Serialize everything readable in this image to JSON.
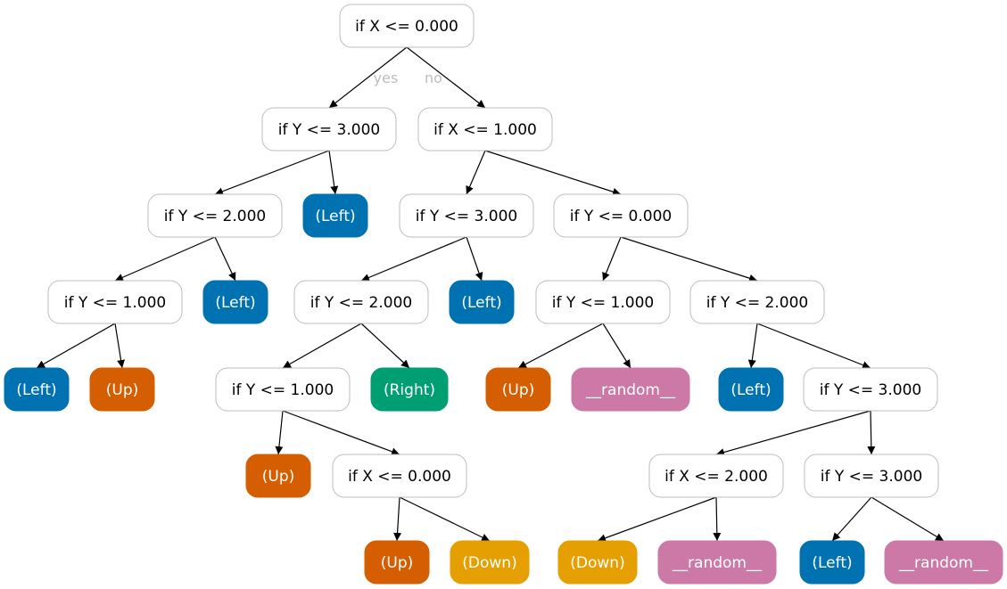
{
  "colors": {
    "decision_fill": "#ffffff",
    "decision_stroke": "#bdbdbd",
    "decision_text": "#000000",
    "leaf_text": "#ffffff",
    "edge": "#000000",
    "edge_label": "#bdbdbd",
    "Left": "#0072b2",
    "Up": "#d55e00",
    "Right": "#009e73",
    "Down": "#e69f00",
    "random": "#cc79a7"
  },
  "edge_labels": {
    "yes": "yes",
    "no": "no"
  },
  "nodes": [
    {
      "id": "n0",
      "kind": "decision",
      "text": "if X <= 0.000"
    },
    {
      "id": "n1",
      "kind": "decision",
      "text": "if Y <= 3.000"
    },
    {
      "id": "n2",
      "kind": "decision",
      "text": "if X <= 1.000"
    },
    {
      "id": "n3",
      "kind": "decision",
      "text": "if Y <= 2.000"
    },
    {
      "id": "n4",
      "kind": "leaf",
      "text": "(Left)",
      "action": "Left"
    },
    {
      "id": "n5",
      "kind": "decision",
      "text": "if Y <= 3.000"
    },
    {
      "id": "n6",
      "kind": "decision",
      "text": "if Y <= 0.000"
    },
    {
      "id": "n7",
      "kind": "decision",
      "text": "if Y <= 1.000"
    },
    {
      "id": "n8",
      "kind": "leaf",
      "text": "(Left)",
      "action": "Left"
    },
    {
      "id": "n9",
      "kind": "decision",
      "text": "if Y <= 2.000"
    },
    {
      "id": "n10",
      "kind": "leaf",
      "text": "(Left)",
      "action": "Left"
    },
    {
      "id": "n11",
      "kind": "decision",
      "text": "if Y <= 1.000"
    },
    {
      "id": "n12",
      "kind": "decision",
      "text": "if Y <= 2.000"
    },
    {
      "id": "n13",
      "kind": "leaf",
      "text": "(Left)",
      "action": "Left"
    },
    {
      "id": "n14",
      "kind": "leaf",
      "text": "(Up)",
      "action": "Up"
    },
    {
      "id": "n15",
      "kind": "decision",
      "text": "if Y <= 1.000"
    },
    {
      "id": "n16",
      "kind": "leaf",
      "text": "(Right)",
      "action": "Right"
    },
    {
      "id": "n17",
      "kind": "leaf",
      "text": "(Up)",
      "action": "Up"
    },
    {
      "id": "n18",
      "kind": "leaf",
      "text": "__random__",
      "action": "random"
    },
    {
      "id": "n19",
      "kind": "leaf",
      "text": "(Left)",
      "action": "Left"
    },
    {
      "id": "n20",
      "kind": "decision",
      "text": "if Y <= 3.000"
    },
    {
      "id": "n21",
      "kind": "leaf",
      "text": "(Up)",
      "action": "Up"
    },
    {
      "id": "n22",
      "kind": "decision",
      "text": "if X <= 0.000"
    },
    {
      "id": "n23",
      "kind": "decision",
      "text": "if X <= 2.000"
    },
    {
      "id": "n24",
      "kind": "decision",
      "text": "if Y <= 3.000"
    },
    {
      "id": "n25",
      "kind": "leaf",
      "text": "(Up)",
      "action": "Up"
    },
    {
      "id": "n26",
      "kind": "leaf",
      "text": "(Down)",
      "action": "Down"
    },
    {
      "id": "n27",
      "kind": "leaf",
      "text": "(Down)",
      "action": "Down"
    },
    {
      "id": "n28",
      "kind": "leaf",
      "text": "__random__",
      "action": "random"
    },
    {
      "id": "n29",
      "kind": "leaf",
      "text": "(Left)",
      "action": "Left"
    },
    {
      "id": "n30",
      "kind": "leaf",
      "text": "__random__",
      "action": "random"
    }
  ],
  "edges": [
    {
      "from": "n0",
      "to": "n1",
      "label": "yes"
    },
    {
      "from": "n0",
      "to": "n2",
      "label": "no"
    },
    {
      "from": "n1",
      "to": "n3"
    },
    {
      "from": "n1",
      "to": "n4"
    },
    {
      "from": "n2",
      "to": "n5"
    },
    {
      "from": "n2",
      "to": "n6"
    },
    {
      "from": "n3",
      "to": "n7"
    },
    {
      "from": "n3",
      "to": "n8"
    },
    {
      "from": "n5",
      "to": "n9"
    },
    {
      "from": "n5",
      "to": "n10"
    },
    {
      "from": "n6",
      "to": "n11"
    },
    {
      "from": "n6",
      "to": "n12"
    },
    {
      "from": "n7",
      "to": "n13"
    },
    {
      "from": "n7",
      "to": "n14"
    },
    {
      "from": "n9",
      "to": "n15"
    },
    {
      "from": "n9",
      "to": "n16"
    },
    {
      "from": "n11",
      "to": "n17"
    },
    {
      "from": "n11",
      "to": "n18"
    },
    {
      "from": "n12",
      "to": "n19"
    },
    {
      "from": "n12",
      "to": "n20"
    },
    {
      "from": "n15",
      "to": "n21"
    },
    {
      "from": "n15",
      "to": "n22"
    },
    {
      "from": "n20",
      "to": "n23"
    },
    {
      "from": "n20",
      "to": "n24"
    },
    {
      "from": "n22",
      "to": "n25"
    },
    {
      "from": "n22",
      "to": "n26"
    },
    {
      "from": "n23",
      "to": "n27"
    },
    {
      "from": "n23",
      "to": "n28"
    },
    {
      "from": "n24",
      "to": "n29"
    },
    {
      "from": "n24",
      "to": "n30"
    }
  ]
}
